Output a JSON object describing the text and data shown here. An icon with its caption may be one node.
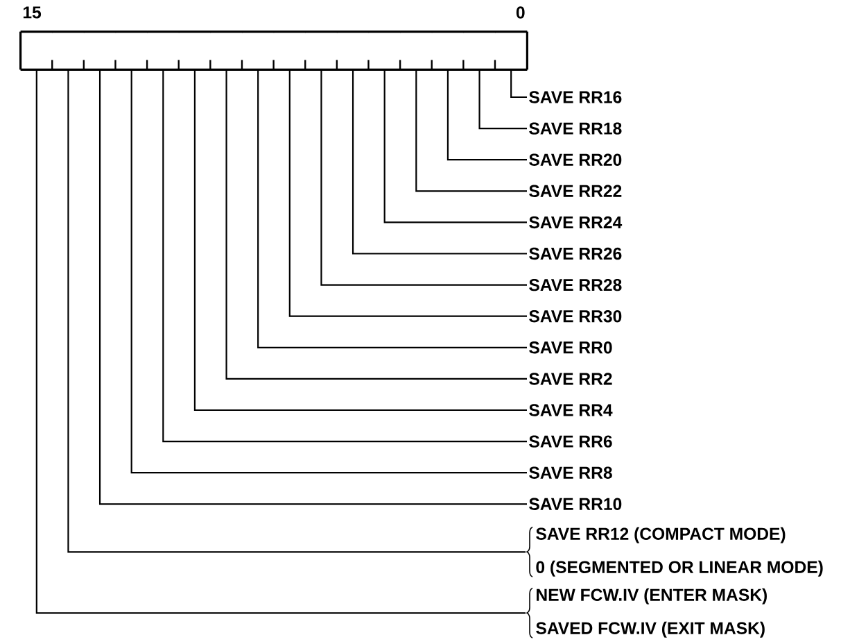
{
  "diagram": {
    "nodes": [
      {
        "text": [],
        "shape": "box"
      },
      {
        "text": [],
        "shape": "box"
      },
      {
        "text": [],
        "shape": "box"
      },
      {
        "text": [],
        "shape": "box"
      },
      {
        "text": [],
        "shape": "box"
      },
      {
        "text": [],
        "shape": "box"
      },
      {
        "text": [],
        "shape": "box"
      },
      {
        "text": [],
        "shape": "box"
      },
      {
        "text": [],
        "shape": "box"
      },
      {
        "text": [],
        "shape": "box"
      },
      {
        "text": [],
        "shape": "box"
      },
      {
        "text": [],
        "shape": "box"
      },
      {
        "text": [],
        "shape": "box"
      },
      {
        "text": [],
        "shape": "box"
      },
      {
        "text": [],
        "shape": "box"
      },
      {
        "text": [],
        "shape": "box"
      },
      {
        "text": [
          "SAVE RR16"
        ]
      },
      {
        "text": [
          "SAVE RR18"
        ]
      },
      {
        "text": [
          "SAVE RR20"
        ]
      },
      {
        "text": [
          "SAVE RR22"
        ]
      },
      {
        "text": [
          "SAVE RR24"
        ]
      },
      {
        "text": [
          "SAVE RR26"
        ]
      },
      {
        "text": [
          "SAVE RR28"
        ]
      },
      {
        "text": [
          "SAVE RR30"
        ]
      },
      {
        "text": [
          "SAVE RR0"
        ]
      },
      {
        "text": [
          "SAVE RR2"
        ]
      },
      {
        "text": [
          "SAVE RR4"
        ]
      },
      {
        "text": [
          "SAVE RR6"
        ]
      },
      {
        "text": [
          "SAVE RR8"
        ]
      },
      {
        "text": [
          "SAVE RR10"
        ]
      },
      {
        "text": [
          "SAVE RR12 (COMPACT MODE)",
          "0 (SEGMENTED OR LINEAR MODE)"
        ]
      },
      {
        "text": [
          "NEW FCW.IV (ENTER MASK)",
          "SAVED FCW.IV (EXIT MASK)"
        ]
      }
    ],
    "edges": [
      {
        "from": 16,
        "to": 15,
        "arrow": "none"
      },
      {
        "from": 17,
        "to": 14,
        "arrow": "none"
      },
      {
        "from": 18,
        "to": 13,
        "arrow": "none"
      },
      {
        "from": 19,
        "to": 12,
        "arrow": "none"
      },
      {
        "from": 20,
        "to": 11,
        "arrow": "none"
      },
      {
        "from": 21,
        "to": 10,
        "arrow": "none"
      },
      {
        "from": 22,
        "to": 9,
        "arrow": "none"
      },
      {
        "from": 23,
        "to": 8,
        "arrow": "none"
      },
      {
        "from": 24,
        "to": 7,
        "arrow": "none"
      },
      {
        "from": 25,
        "to": 6,
        "arrow": "none"
      },
      {
        "from": 26,
        "to": 5,
        "arrow": "none"
      },
      {
        "from": 27,
        "to": 4,
        "arrow": "none"
      },
      {
        "from": 28,
        "to": 3,
        "arrow": "none"
      },
      {
        "from": 29,
        "to": 2,
        "arrow": "none"
      },
      {
        "from": 30,
        "to": 1,
        "arrow": "none"
      },
      {
        "from": 31,
        "to": 0,
        "arrow": "none"
      }
    ],
    "labels": [
      "15",
      "0"
    ]
  }
}
